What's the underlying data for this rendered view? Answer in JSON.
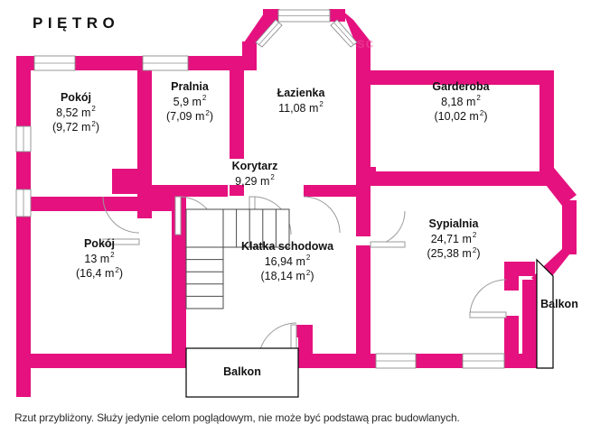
{
  "title": "PIĘTRO",
  "watermark": "sc",
  "disclaimer": "Rzut przybliżony. Służy jedynie celom poglądowym, nie może być podstawą prac budowlanych.",
  "colors": {
    "wall": "#E5117F",
    "background": "#FFFFFF",
    "text": "#111111",
    "door_line": "#9a9a9a",
    "balcony_outline": "#000000"
  },
  "unit": "m",
  "rooms": [
    {
      "id": "pokoj-1",
      "name": "Pokój",
      "area": "8,52 m",
      "area_secondary": "(9,72 m",
      "area_value": 8.52,
      "area_secondary_value": 9.72
    },
    {
      "id": "pralnia",
      "name": "Pralnia",
      "area": "5,9 m",
      "area_secondary": "(7,09 m",
      "area_value": 5.9,
      "area_secondary_value": 7.09
    },
    {
      "id": "lazienka",
      "name": "Łazienka",
      "area": "11,08 m",
      "area_secondary": "",
      "area_value": 11.08,
      "area_secondary_value": null
    },
    {
      "id": "garderoba",
      "name": "Garderoba",
      "area": "8,18 m",
      "area_secondary": "(10,02 m",
      "area_value": 8.18,
      "area_secondary_value": 10.02
    },
    {
      "id": "korytarz",
      "name": "Korytarz",
      "area": "9,29 m",
      "area_secondary": "",
      "area_value": 9.29,
      "area_secondary_value": null
    },
    {
      "id": "pokoj-2",
      "name": "Pokój",
      "area": "13 m",
      "area_secondary": "(16,4 m",
      "area_value": 13,
      "area_secondary_value": 16.4
    },
    {
      "id": "klatka-schodowa",
      "name": "Klatka schodowa",
      "area": "16,94 m",
      "area_secondary": "(18,14 m",
      "area_value": 16.94,
      "area_secondary_value": 18.14
    },
    {
      "id": "sypialnia",
      "name": "Sypialnia",
      "area": "24,71 m",
      "area_secondary": "(25,38 m",
      "area_value": 24.71,
      "area_secondary_value": 25.38
    }
  ],
  "balconies": [
    {
      "id": "balkon-dol",
      "name": "Balkon"
    },
    {
      "id": "balkon-prawy",
      "name": "Balkon"
    }
  ],
  "features": {
    "windows_count": 8,
    "doors_count": 6,
    "staircase": "L-shaped",
    "bay_window": "angled bay at Łazienka"
  }
}
